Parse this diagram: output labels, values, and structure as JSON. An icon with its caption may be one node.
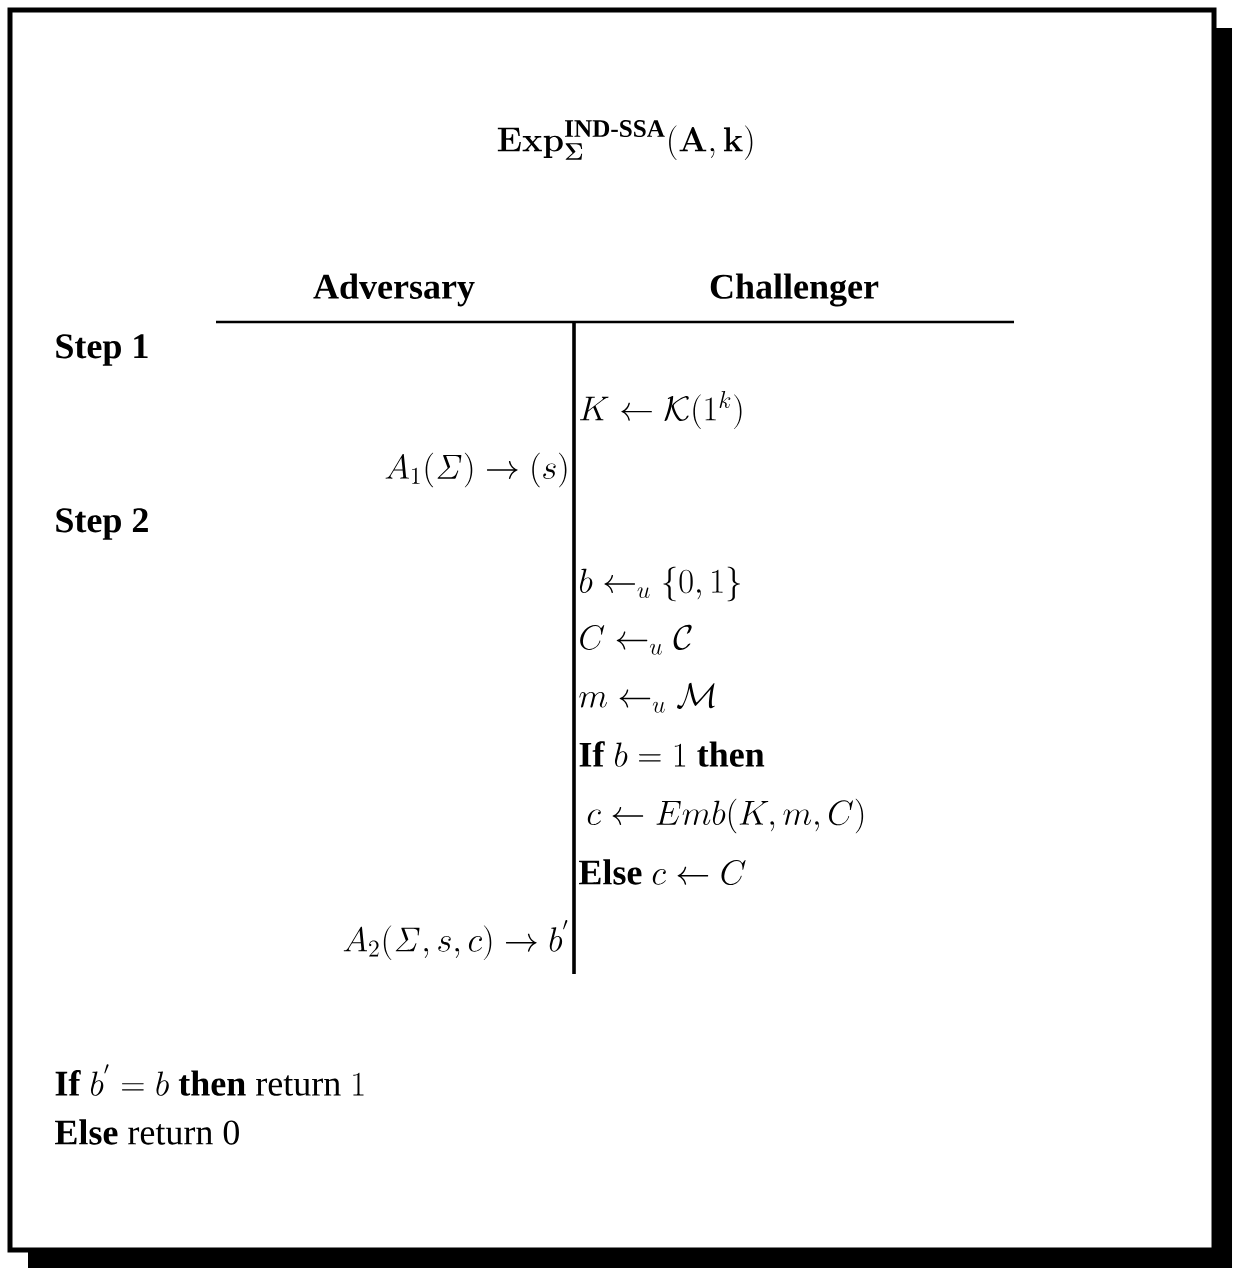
{
  "diagram": {
    "title": "\\mathbf{Exp}_{\\mathbf{\\Sigma}}^{\\textbf{IND-SSA}}(\\mathbf{A},\\mathbf{k})",
    "labels": [
      "Adversary",
      "Challenger",
      "Step 1",
      "K \\leftarrow \\mathcal{K}(1^k)",
      "A_1(\\mathit{\\Sigma}) \\rightarrow (s)",
      "Step 2",
      "b \\leftarrow_u \\{0,1\\}",
      "C \\leftarrow_u \\mathcal{C}",
      "m \\leftarrow_u \\mathcal{M}",
      "\\textbf{If } b = 1 \\textbf{ then}",
      "c \\leftarrow Emb(K,m,C)",
      "\\textbf{Else } c \\leftarrow C",
      "A_2(\\mathit{\\Sigma},s,c) \\rightarrow b^{'}",
      "\\textbf{If } b^{'} = b \\textbf{ then} \\text{ return } 1",
      "**Else** return 0"
    ]
  }
}
